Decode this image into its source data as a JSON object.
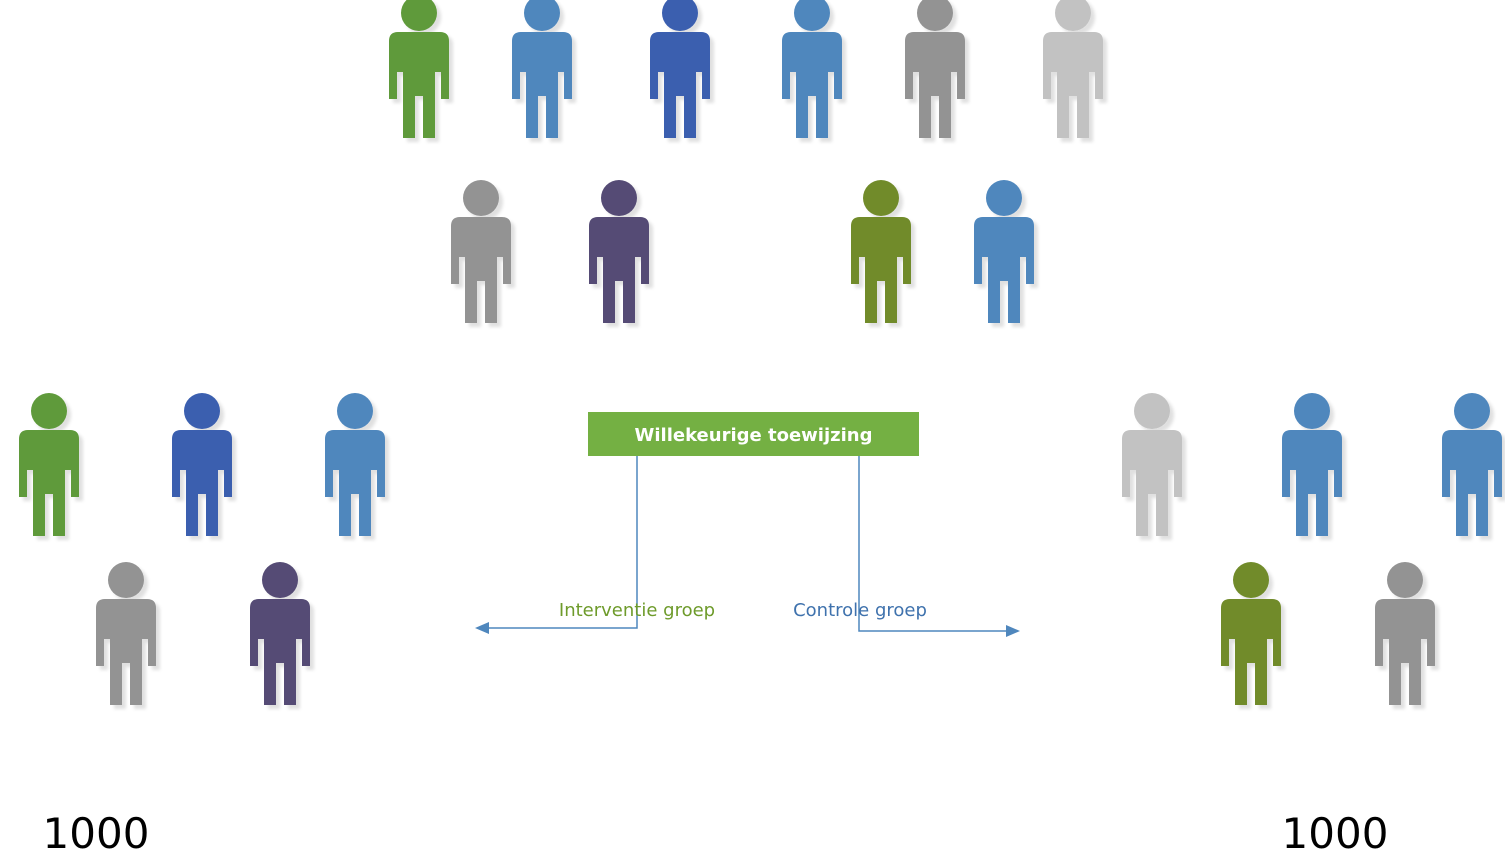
{
  "colors": {
    "green": "#5e9a3a",
    "olive": "#718b2b",
    "dark_blue": "#3a5faf",
    "blue": "#4f87bd",
    "gray": "#939393",
    "light_gray": "#c2c2c2",
    "purple": "#544b74",
    "assign_box": "#74b043",
    "intervention_text": "#6e9b2b",
    "control_text": "#3f72ad",
    "connector": "#4f87bd"
  },
  "source_population": {
    "people": [
      {
        "color": "green"
      },
      {
        "color": "blue"
      },
      {
        "color": "dark_blue"
      },
      {
        "color": "blue"
      },
      {
        "color": "gray"
      },
      {
        "color": "light_gray"
      },
      {
        "color": "gray"
      },
      {
        "color": "purple"
      },
      {
        "color": "olive"
      },
      {
        "color": "blue"
      }
    ]
  },
  "assignment": {
    "label": "Willekeurige toewijzing"
  },
  "intervention": {
    "label": "Interventie groep",
    "count": "1000",
    "people": [
      {
        "color": "green"
      },
      {
        "color": "dark_blue"
      },
      {
        "color": "blue"
      },
      {
        "color": "gray"
      },
      {
        "color": "purple"
      }
    ]
  },
  "control": {
    "label": "Controle groep",
    "count": "1000",
    "people": [
      {
        "color": "light_gray"
      },
      {
        "color": "blue"
      },
      {
        "color": "blue"
      },
      {
        "color": "olive"
      },
      {
        "color": "gray"
      }
    ]
  }
}
